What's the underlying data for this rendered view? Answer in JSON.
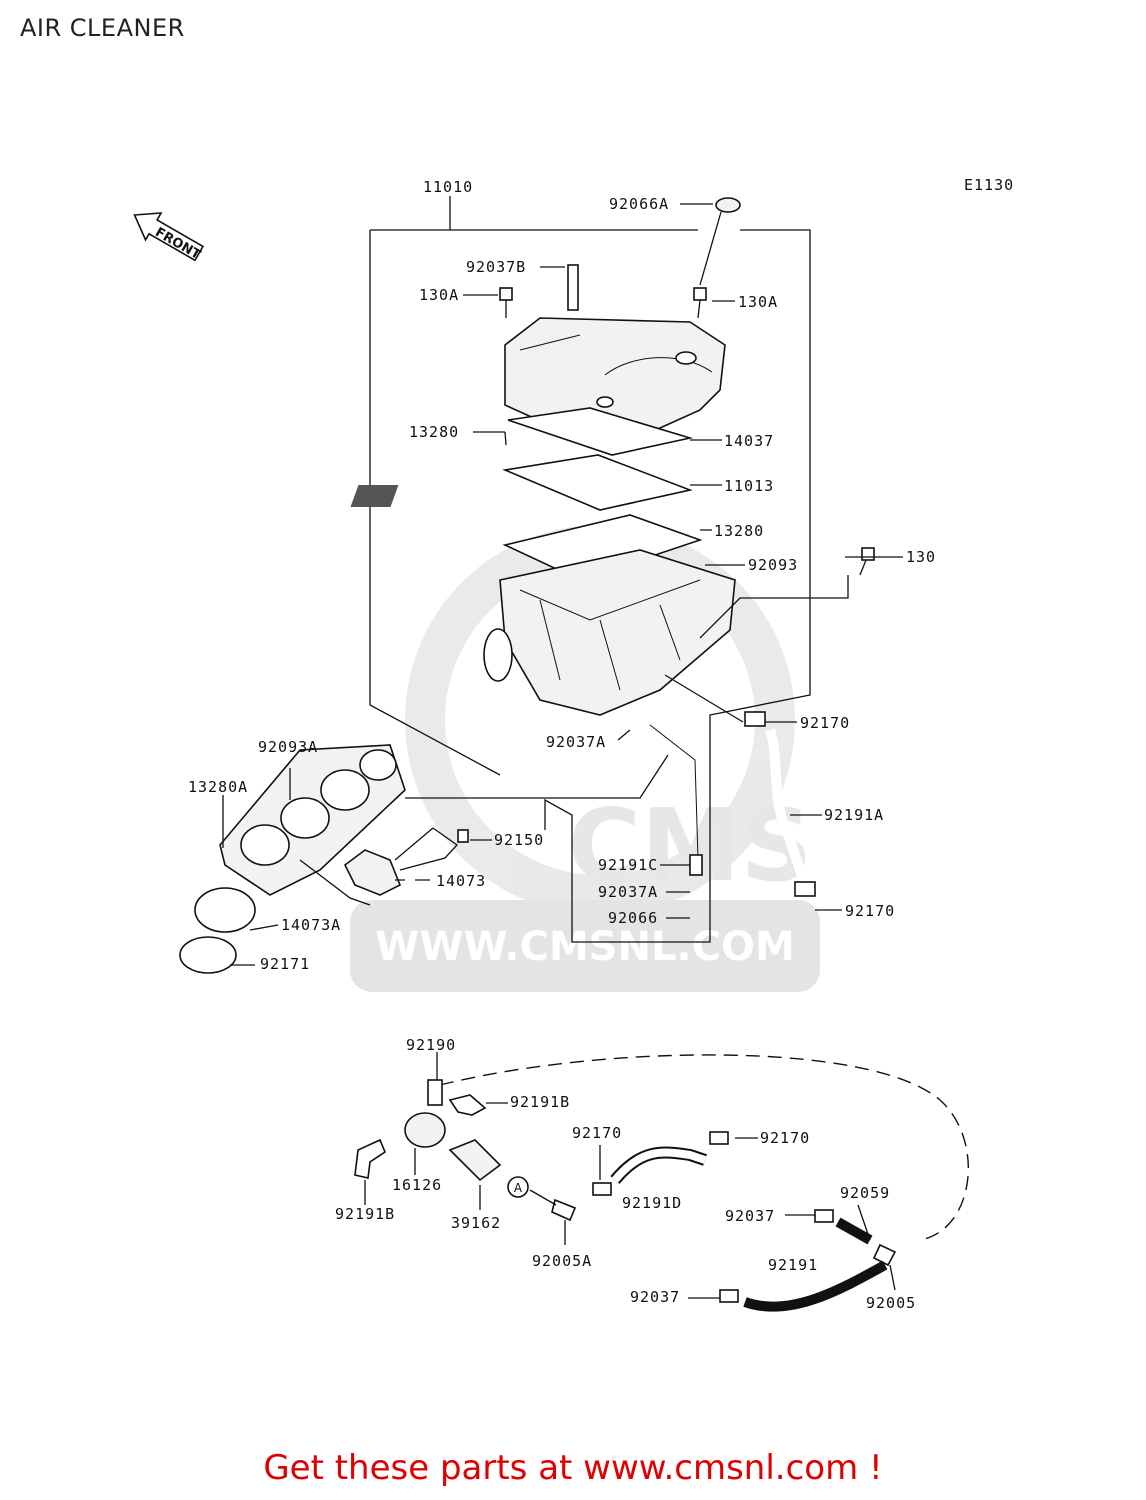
{
  "header": {
    "title": "AIR CLEANER"
  },
  "diagram": {
    "ref_code": "E1130",
    "front_label": "FRONT",
    "watermark_text": "WWW.CMSNL.COM",
    "watermark_logo": "CMS",
    "callout_marker": "A",
    "parts": [
      "11010",
      "92066A",
      "92037B",
      "130A",
      "130A",
      "13280",
      "14037",
      "11013",
      "13280",
      "92093",
      "130",
      "92170",
      "92037A",
      "92093A",
      "13280A",
      "92191A",
      "92150",
      "14073",
      "92191C",
      "92037A",
      "92066",
      "92170",
      "14073A",
      "92171",
      "92190",
      "92191B",
      "92170",
      "92170",
      "16126",
      "39162",
      "92191D",
      "92191B",
      "92059",
      "92037",
      "92005A",
      "92191",
      "92005",
      "92037"
    ]
  },
  "footer": {
    "text": "Get these parts at www.cmsnl.com !"
  }
}
